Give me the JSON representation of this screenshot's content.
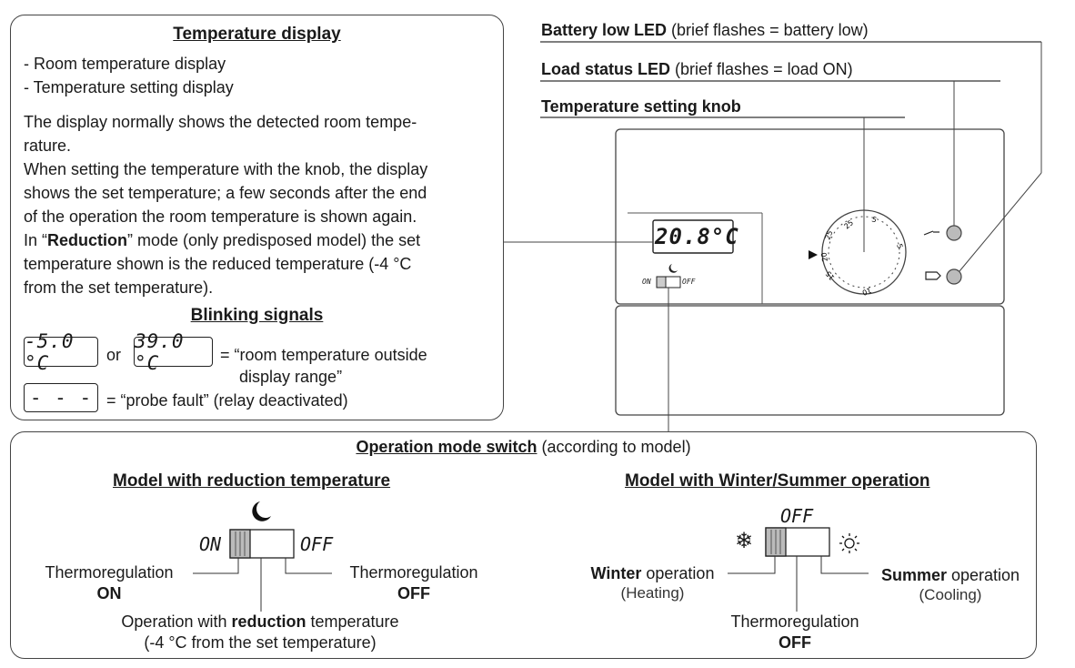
{
  "temp_display": {
    "title": "Temperature display",
    "items": [
      "- Room temperature display",
      "- Temperature setting display"
    ],
    "paragraph": [
      "The display normally shows the detected room tempe-",
      "rature.",
      "When setting the temperature with the knob, the display",
      "shows the set temperature; a few seconds after the end",
      "of the operation the room temperature is shown again."
    ],
    "reduction_line": {
      "pre": "In “",
      "bold": "Reduction",
      "post": "” mode (only predisposed model) the set"
    },
    "paragraph_end": [
      "temperature shown is the reduced temperature (-4 °C",
      "from the set temperature)."
    ]
  },
  "blinking": {
    "title": "Blinking signals",
    "lcd_low": "-5.0 °C",
    "or": "or",
    "lcd_high": "39.0 °C",
    "range_line1": "= “room temperature outside",
    "range_line2": "display range”",
    "lcd_fault": "- - -",
    "fault_text": "= “probe fault” (relay deactivated)"
  },
  "device": {
    "battery_bold": "Battery low LED",
    "battery_rest": "(brief flashes = battery low)",
    "load_bold": "Load status LED",
    "load_rest": "(brief flashes = load ON)",
    "knob_label": "Temperature setting knob",
    "display_value": "20.8°C",
    "switch_on": "ON",
    "switch_off": "OFF",
    "dial_labels": [
      "25",
      "5",
      "30",
      "15",
      "20",
      "10"
    ]
  },
  "op_mode": {
    "title_bold": "Operation mode switch",
    "title_rest": "(according to model)",
    "reduction": {
      "title": "Model with reduction temperature",
      "on_label": "ON",
      "off_label": "OFF",
      "left_l1": "Thermoregulation",
      "left_l2": "ON",
      "right_l1": "Thermoregulation",
      "right_l2": "OFF",
      "bottom_pre": "Operation with ",
      "bottom_bold": "reduction",
      "bottom_post": " temperature",
      "bottom_l2": "(-4 °C from the set temperature)"
    },
    "winter_summer": {
      "title": "Model with Winter/Summer operation",
      "off_label": "OFF",
      "winter_bold": "Winter",
      "winter_rest": " operation",
      "winter_sub": "(Heating)",
      "summer_bold": "Summer",
      "summer_rest": " operation",
      "summer_sub": "(Cooling)",
      "bottom_l1": "Thermoregulation",
      "bottom_l2": "OFF"
    }
  }
}
